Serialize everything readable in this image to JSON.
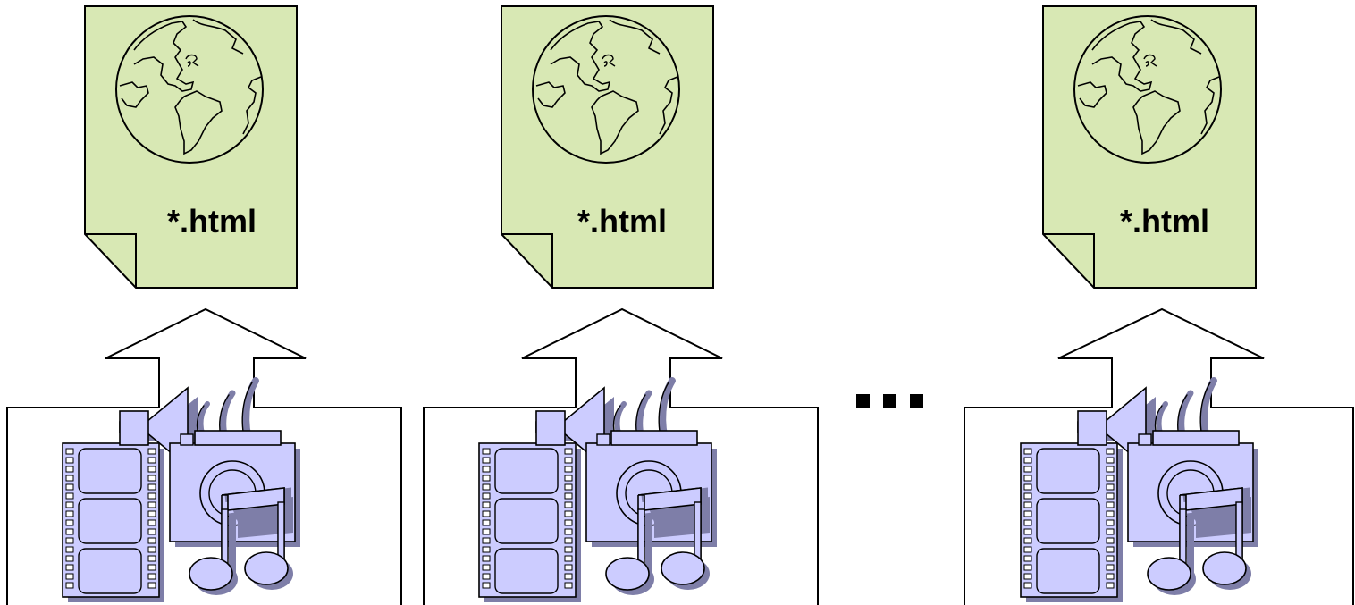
{
  "colors": {
    "document_fill": "#d8e8b4",
    "media_fill": "#ccccff",
    "media_shadow": "#7e7ea8",
    "stroke": "#000000",
    "background": "#ffffff",
    "ellipsis": "#000000"
  },
  "columns": [
    {
      "document": {
        "label": "*.html",
        "icon": "globe-icon"
      },
      "arrow": "up-arrow",
      "source": {
        "icons": [
          "film-strip-icon",
          "speaker-icon",
          "camera-icon",
          "music-note-icon"
        ]
      }
    },
    {
      "document": {
        "label": "*.html",
        "icon": "globe-icon"
      },
      "arrow": "up-arrow",
      "source": {
        "icons": [
          "film-strip-icon",
          "speaker-icon",
          "camera-icon",
          "music-note-icon"
        ]
      }
    },
    {
      "document": {
        "label": "*.html",
        "icon": "globe-icon"
      },
      "arrow": "up-arrow",
      "source": {
        "icons": [
          "film-strip-icon",
          "speaker-icon",
          "camera-icon",
          "music-note-icon"
        ]
      }
    }
  ],
  "ellipsis": {
    "dot_count": 3,
    "meaning": "more-columns-continuation"
  }
}
